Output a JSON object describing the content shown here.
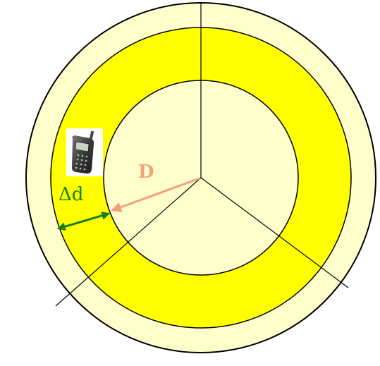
{
  "diagram": {
    "labels": {
      "distance": "D",
      "ring_width": "Δd"
    },
    "colors": {
      "outer_zone": "#FFFFCC",
      "ring": "#FFFF00",
      "inner_zone": "#FFFFCC",
      "outline": "#000000",
      "distance_arrow": "#F4A07C",
      "distance_label": "#F4A07C",
      "ring_width_arrow": "#1A7F1A",
      "ring_width_label": "#1A7F1A"
    },
    "sectors": 3,
    "device_icon": "mobile-phone-icon"
  }
}
